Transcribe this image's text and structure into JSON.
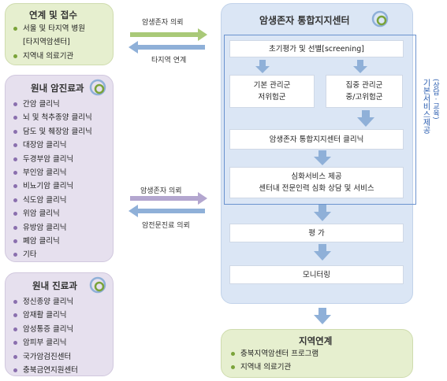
{
  "links": {
    "title": "연계 및 접수",
    "items": [
      "서울 및 타지역 병원",
      "[타지역암센터]",
      "지역내 의료기관"
    ]
  },
  "cancer_dept": {
    "title": "원내 암진료과",
    "items": [
      "간암 클리닉",
      "뇌 및 척추종양 클리닉",
      "담도 및 췌장암 클리닉",
      "대장암 클리닉",
      "두경부암 클리닉",
      "부인암 클리닉",
      "비뇨기암 클리닉",
      "식도암 클리닉",
      "위암 클리닉",
      "유방암 클리닉",
      "폐암 클리닉",
      "기타"
    ]
  },
  "dept": {
    "title": "원내 진료과",
    "items": [
      "정신종양 클리닉",
      "암재활 클리닉",
      "암성통증 클리닉",
      "암피부 클리닉",
      "국가암검진센터",
      "충북금연지원센터"
    ]
  },
  "arrows": {
    "top_right": "암생존자 의뢰",
    "top_left": "타지역 연계",
    "mid_right": "암생존자 의뢰",
    "mid_left": "암전문진료 의뢰"
  },
  "center": {
    "title": "암생존자 통합지지센터",
    "screening": "초기평가 및 선별[screening]",
    "basic": [
      "기본 관리군",
      "저위험군"
    ],
    "intensive": [
      "집중 관리군",
      "중/고위험군"
    ],
    "clinic": "암생존자 통합지지센터 클리닉",
    "deep": [
      "심화서비스 제공",
      "센터내 전문인력 심화 상담 및 서비스"
    ],
    "eval": "평 가",
    "monitor": "모니터링",
    "side_label": "기본서비스제공",
    "side_sub": "(상담 · 교육)"
  },
  "regional": {
    "title": "지역연계",
    "items": [
      "충북지역암센터 프로그램",
      "지역내 의료기관"
    ]
  },
  "colors": {
    "green_dot": "#7aa339",
    "purple_dot": "#8a6fae",
    "blue_arrow": "#8fb0d8",
    "green_arrow": "#a9c978",
    "purple_arrow": "#b3a6cf",
    "frame_line": "#6b93cf"
  }
}
